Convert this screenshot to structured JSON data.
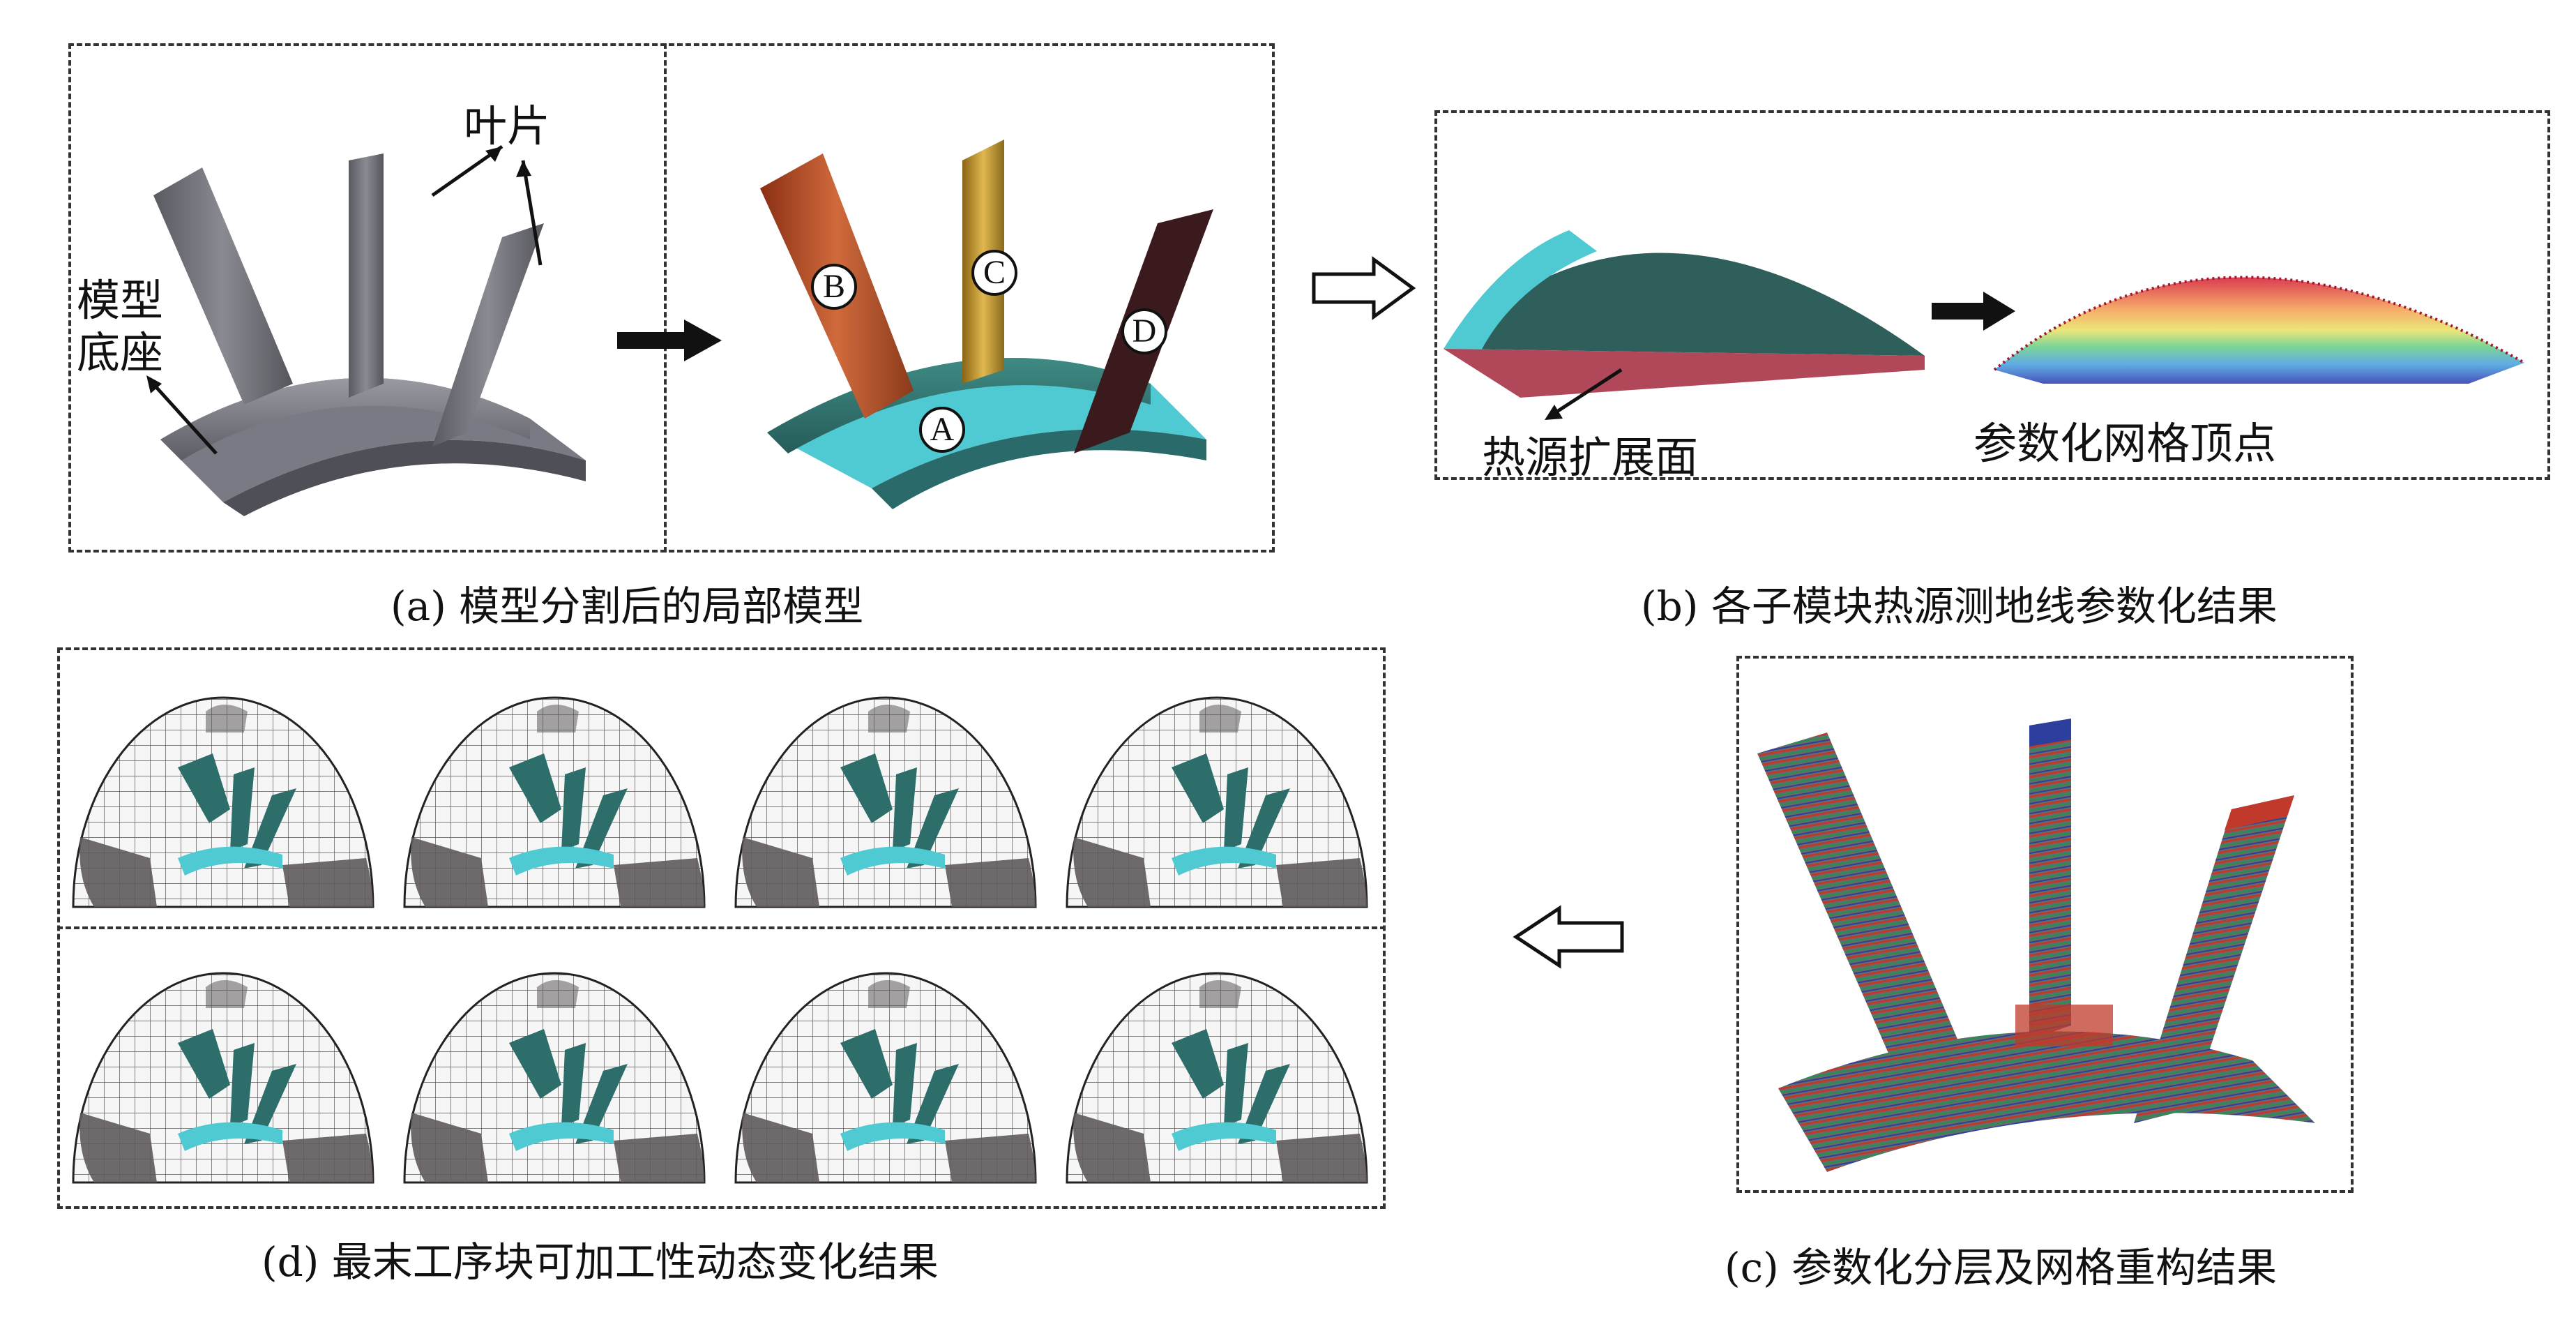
{
  "panel_a": {
    "caption": "(a) 模型分割后的局部模型",
    "label_blade": "叶片",
    "label_base_line1": "模型",
    "label_base_line2": "底座",
    "parts": [
      "A",
      "B",
      "C",
      "D"
    ]
  },
  "panel_b": {
    "caption": "(b) 各子模块热源测地线参数化结果",
    "label_heat_face": "热源扩展面",
    "label_vertices": "参数化网格顶点"
  },
  "panel_c": {
    "caption": "(c) 参数化分层及网格重构结果"
  },
  "panel_d": {
    "caption": "(d) 最末工序块可加工性动态变化结果"
  },
  "colors": {
    "model_gray": "#6f6f78",
    "teal_base": "#2f6f6b",
    "cyan_edge": "#4fc9d2",
    "blade_b": "#b8522c",
    "blade_c": "#c99a2e",
    "blade_d": "#3a1a1c",
    "layer_red": "#c0392b",
    "layer_green": "#2e8b57",
    "layer_blue": "#2c3e9e"
  }
}
